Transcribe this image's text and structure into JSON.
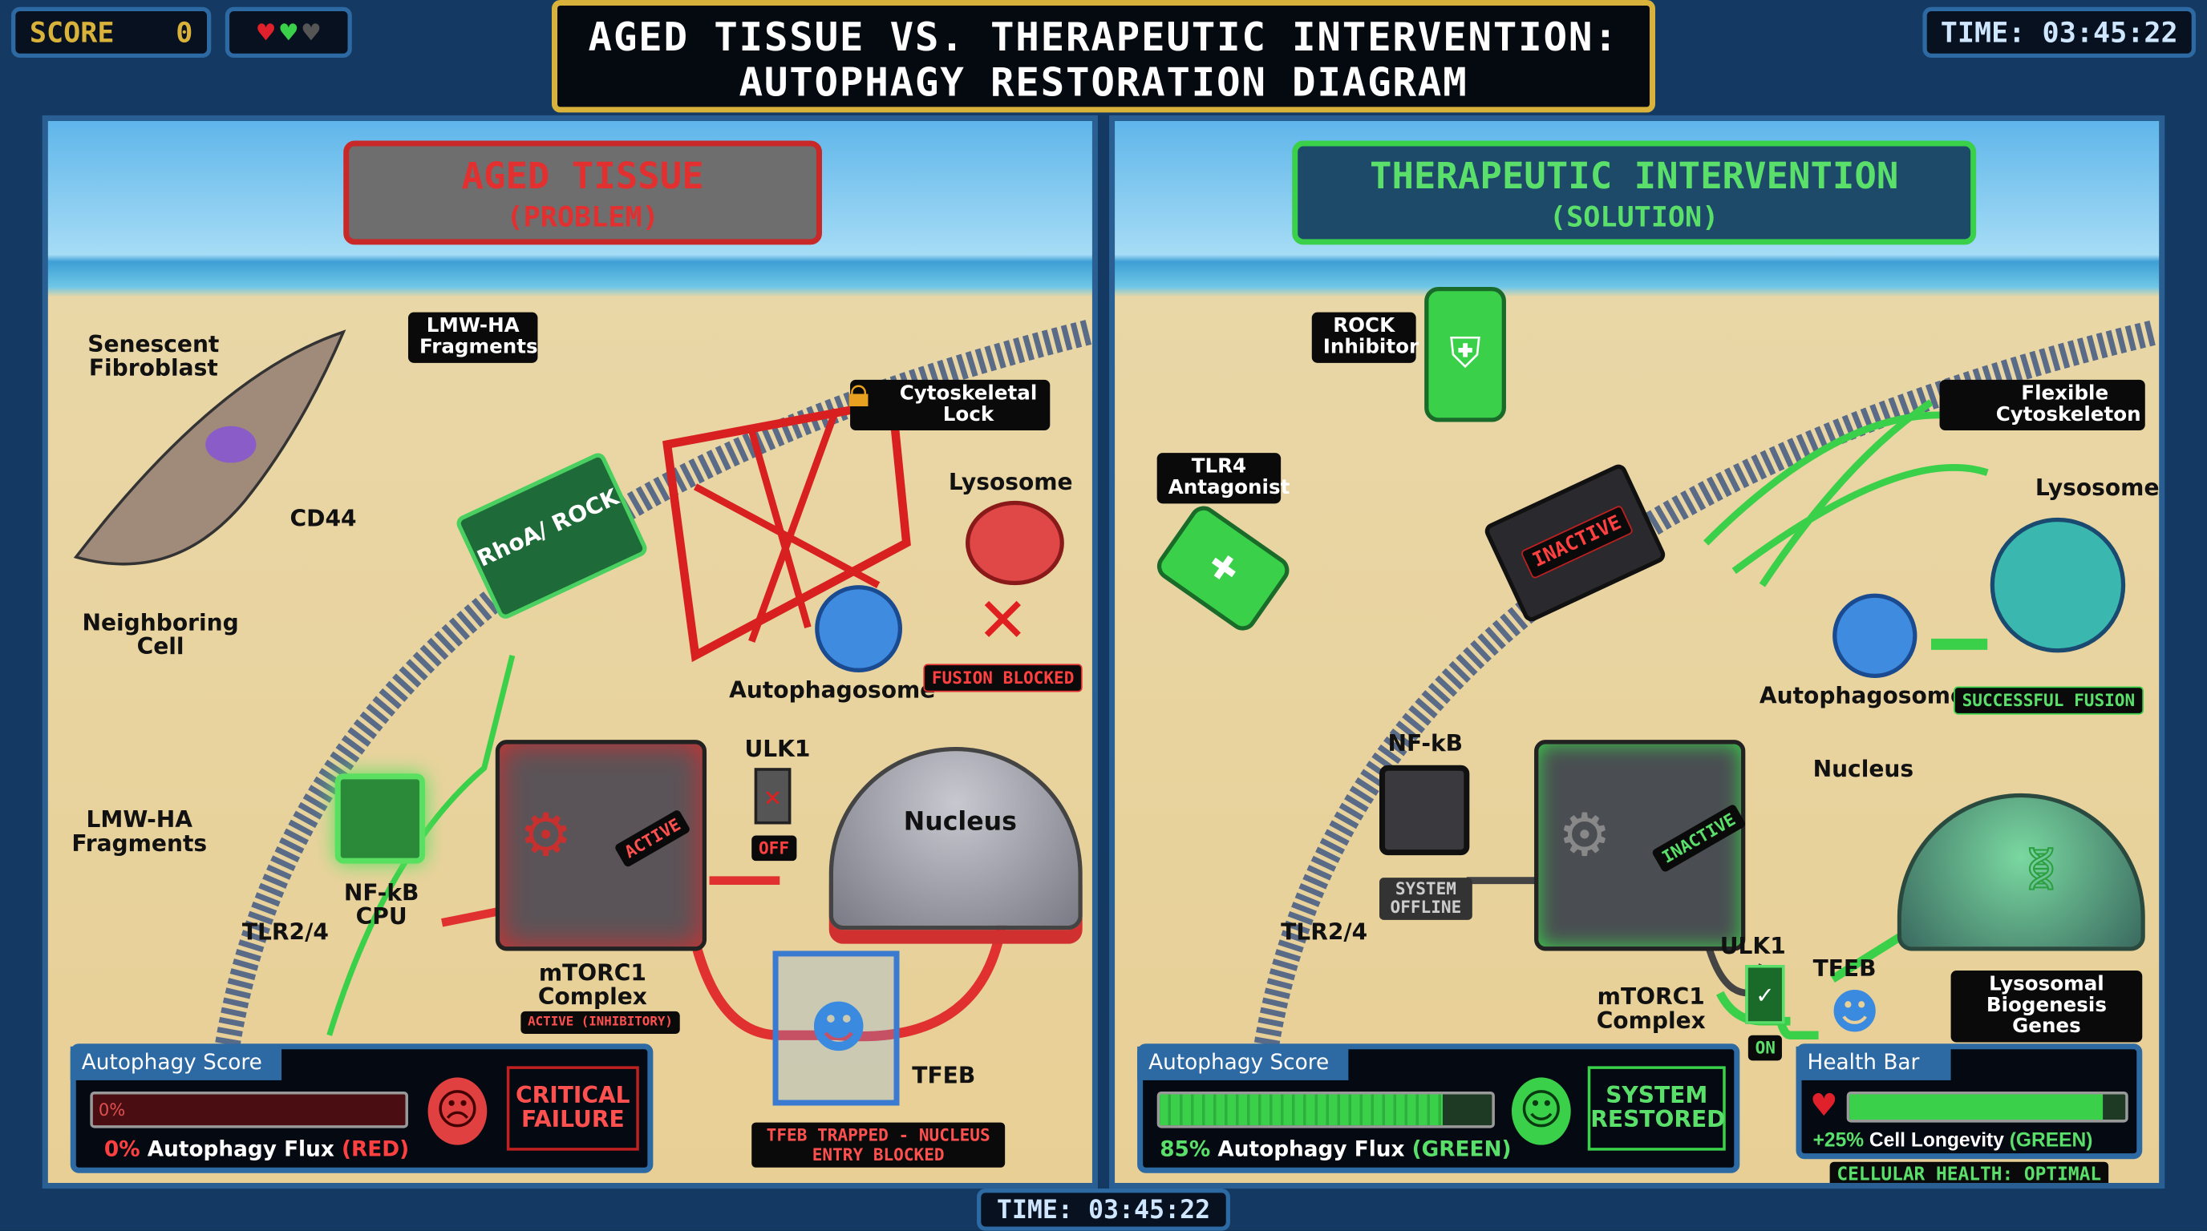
{
  "header": {
    "score_label": "SCORE",
    "score_value": "0",
    "hearts": [
      "full-red",
      "full-green",
      "empty"
    ],
    "title_line1": "AGED TISSUE VS. THERAPEUTIC INTERVENTION:",
    "title_line2": "AUTOPHAGY RESTORATION DIAGRAM",
    "time": "TIME: 03:45:22"
  },
  "left": {
    "banner_line1": "AGED TISSUE",
    "banner_line2": "(PROBLEM)",
    "senescent_fibroblast": "Senescent Fibroblast",
    "lmw_ha_top": "LMW-HA Fragments",
    "cytoskeletal_lock": "Cytoskeletal Lock",
    "lysosome": "Lysosome",
    "cd44": "CD44",
    "rhoa_rock": "RhoA/ ROCK",
    "neighboring_cell": "Neighboring Cell",
    "autophagosome": "Autophagosome",
    "fusion_blocked": "FUSION BLOCKED",
    "ulk1": "ULK1",
    "ulk1_state": "OFF",
    "nucleus": "Nucleus",
    "lmw_ha_bottom": "LMW-HA Fragments",
    "nfkb": "NF-kB CPU",
    "tlr": "TLR2/4",
    "mtorc1": "mTORC1 Complex",
    "mtorc1_state": "ACTIVE (INHIBITORY)",
    "machine_tag": "ACTIVE",
    "tfeb": "TFEB",
    "tfeb_trapped": "TFEB TRAPPED - NUCLEUS ENTRY BLOCKED",
    "score": {
      "header": "Autophagy Score",
      "bar_text": "0%",
      "percent": 0,
      "pct_label": "0%",
      "flux_label": "Autophagy Flux",
      "color_label": "(RED)",
      "status": "CRITICAL FAILURE",
      "face": "sad-face"
    }
  },
  "right": {
    "banner_line1": "THERAPEUTIC INTERVENTION",
    "banner_line2": "(SOLUTION)",
    "rock_inhibitor": "ROCK Inhibitor",
    "flexible_cytoskeleton": "Flexible Cytoskeleton",
    "tlr4_antagonist": "TLR4 Antagonist",
    "lysosome": "Lysosome",
    "inactive": "INACTIVE",
    "autophagosome": "Autophagosome",
    "successful_fusion": "SUCCESSFUL FUSION",
    "nfkb": "NF-kB",
    "nucleus": "Nucleus",
    "system_offline": "SYSTEM OFFLINE",
    "tfeb": "TFEB",
    "tlr": "TLR2/4",
    "ulk1": "ULK1",
    "ulk1_state": "ON",
    "mtorc1": "mTORC1 Complex",
    "machine_tag": "INACTIVE",
    "lysosomal_genes": "Lysosomal Biogenesis Genes",
    "score": {
      "header": "Autophagy Score",
      "percent": 85,
      "pct_label": "85%",
      "flux_label": "Autophagy Flux",
      "color_label": "(GREEN)",
      "status": "SYSTEM RESTORED",
      "face": "smile-face"
    },
    "health": {
      "header": "Health Bar",
      "percent": 92,
      "pct_label": "+25%",
      "label": "Cell Longevity",
      "color_label": "(GREEN)",
      "status": "CELLULAR HEALTH: OPTIMAL"
    }
  },
  "footer": {
    "time": "TIME: 03:45:22"
  },
  "colors": {
    "problem": "#e03030",
    "solution": "#3ad04a",
    "frame": "#2d6aa3",
    "gold": "#d8b23a"
  }
}
